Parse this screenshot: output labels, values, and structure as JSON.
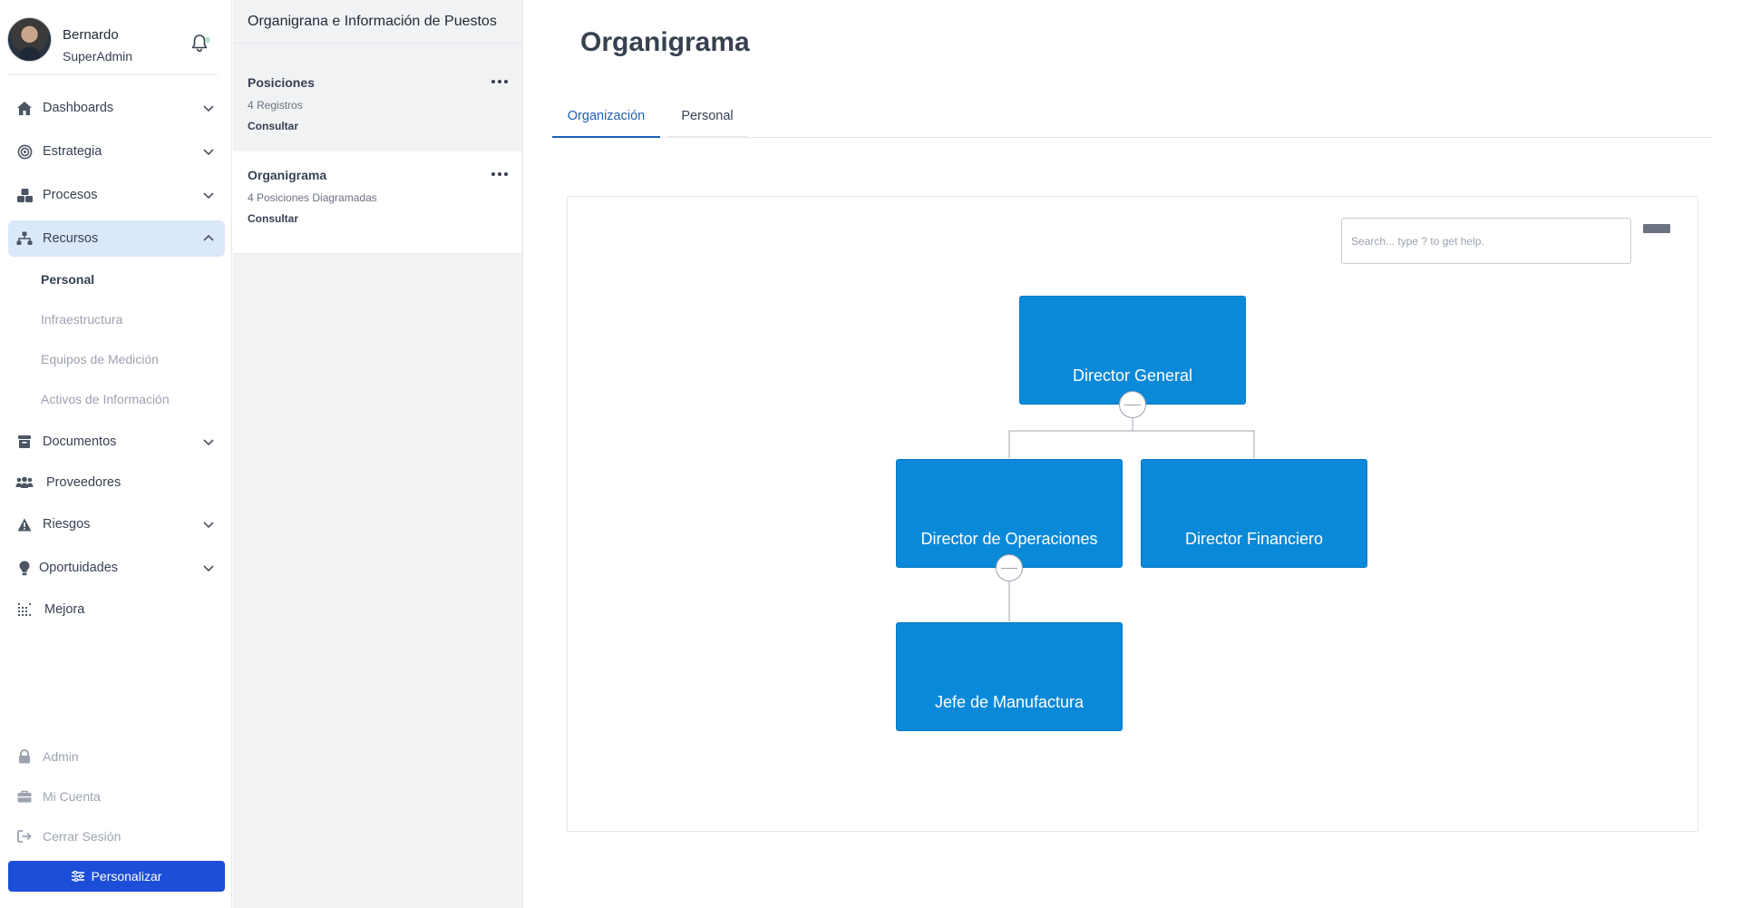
{
  "user": {
    "name": "Bernardo",
    "role": "SuperAdmin",
    "avatar_icon": "user-avatar",
    "notification_icon": "bell-icon"
  },
  "sidebar": {
    "items": [
      {
        "label": "Dashboards",
        "icon": "home-icon",
        "has_chevron": true
      },
      {
        "label": "Estrategia",
        "icon": "target-icon",
        "has_chevron": true
      },
      {
        "label": "Procesos",
        "icon": "cubes-icon",
        "has_chevron": true
      },
      {
        "label": "Recursos",
        "icon": "hierarchy-icon",
        "has_chevron": true,
        "expanded": true
      },
      {
        "label": "Documentos",
        "icon": "archive-icon",
        "has_chevron": true
      },
      {
        "label": "Proveedores",
        "icon": "people-icon",
        "has_chevron": false
      },
      {
        "label": "Riesgos",
        "icon": "warning-icon",
        "has_chevron": true
      },
      {
        "label": "Oportuidades",
        "icon": "lightbulb-icon",
        "has_chevron": true
      },
      {
        "label": "Mejora",
        "icon": "chart-icon",
        "has_chevron": false
      }
    ],
    "recursos_sub": [
      "Personal",
      "Infraestructura",
      "Equipos de Medición",
      "Activos de Información"
    ],
    "bottom": [
      {
        "label": "Admin",
        "icon": "lock-icon"
      },
      {
        "label": "Mi Cuenta",
        "icon": "briefcase-icon"
      },
      {
        "label": "Cerrar Sesión",
        "icon": "logout-icon"
      }
    ],
    "customize_label": "Personalizar"
  },
  "midpanel": {
    "header": "Organigrana e Información de Puestos",
    "cards": [
      {
        "title": "Posiciones",
        "subtitle": "4 Registros",
        "link": "Consultar"
      },
      {
        "title": "Organigrama",
        "subtitle": "4 Posiciones Diagramadas",
        "link": "Consultar"
      }
    ]
  },
  "main": {
    "title": "Organigrama",
    "tabs": [
      {
        "label": "Organización",
        "active": true
      },
      {
        "label": "Personal",
        "active": false
      }
    ],
    "diagram": {
      "search_placeholder": "Search... type ? to get help.",
      "nodes": [
        {
          "label": "Director General"
        },
        {
          "label": "Director de Operaciones"
        },
        {
          "label": "Director Financiero"
        },
        {
          "label": "Jefe de Manufactura"
        }
      ],
      "node_color": "#0a89d9"
    }
  },
  "colors": {
    "accent": "#1d4ed8",
    "active_tab": "#1e5fb4",
    "active_nav_bg": "#dbe8fb"
  }
}
